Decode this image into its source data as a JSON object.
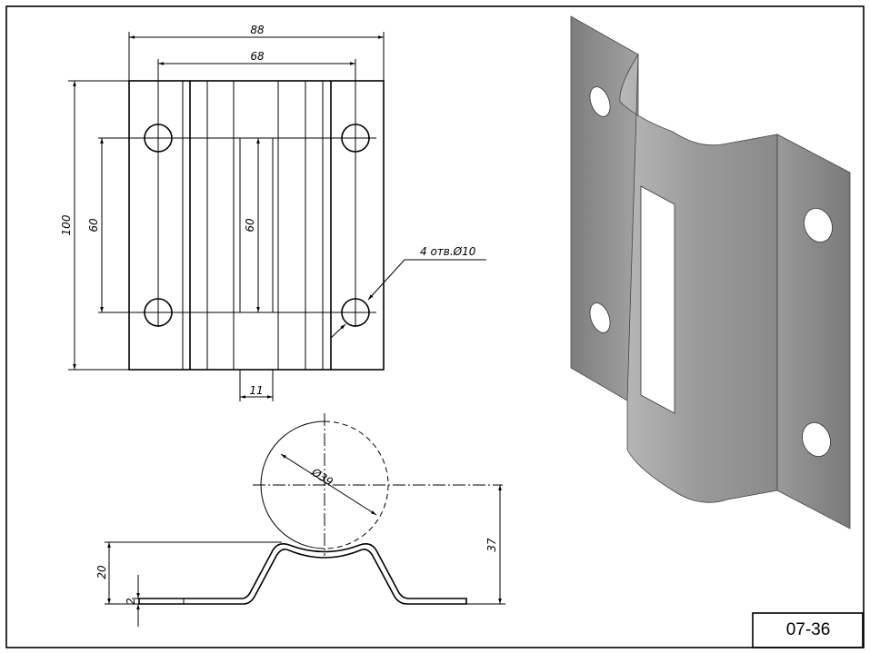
{
  "drawing": {
    "code": "07-36",
    "plan_view": {
      "width_overall": "88",
      "hole_spacing_x": "68",
      "height_overall": "100",
      "hole_spacing_y": "60",
      "slot_length": "60",
      "slot_width": "11",
      "hole_callout": "4 отв.Ø10"
    },
    "side_view": {
      "pipe_diameter": "Ø39",
      "axis_height": "37",
      "bend_height": "20",
      "thickness": "2"
    }
  }
}
